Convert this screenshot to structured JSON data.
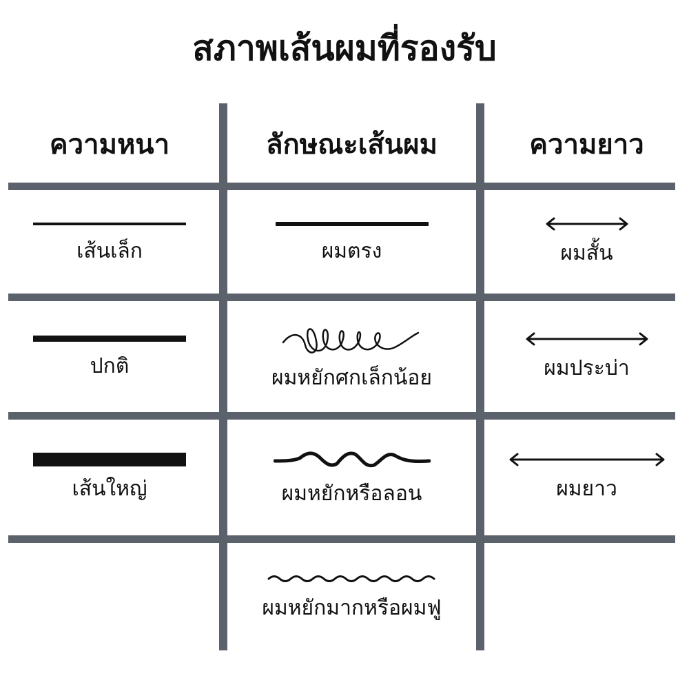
{
  "title": "สภาพเส้นผมที่รองรับ",
  "headers": {
    "thickness": "ความหนา",
    "texture": "ลักษณะเส้นผม",
    "length": "ความยาว"
  },
  "thickness": [
    {
      "label": "เส้นเล็ก",
      "icon": "thin-line-icon"
    },
    {
      "label": "ปกติ",
      "icon": "normal-line-icon"
    },
    {
      "label": "เส้นใหญ่",
      "icon": "thick-line-icon"
    }
  ],
  "texture": [
    {
      "label": "ผมตรง",
      "icon": "straight-hair-icon"
    },
    {
      "label": "ผมหยักศกเล็กน้อย",
      "icon": "slightly-curly-hair-icon"
    },
    {
      "label": "ผมหยักหรือลอน",
      "icon": "wavy-hair-icon"
    },
    {
      "label": "ผมหยักมากหรือผมฟู",
      "icon": "very-curly-hair-icon"
    }
  ],
  "length": [
    {
      "label": "ผมสั้น",
      "icon": "short-arrow-icon"
    },
    {
      "label": "ผมประบ่า",
      "icon": "medium-arrow-icon"
    },
    {
      "label": "ผมยาว",
      "icon": "long-arrow-icon"
    }
  ],
  "colors": {
    "grid": "#5c626b",
    "ink": "#111111"
  }
}
